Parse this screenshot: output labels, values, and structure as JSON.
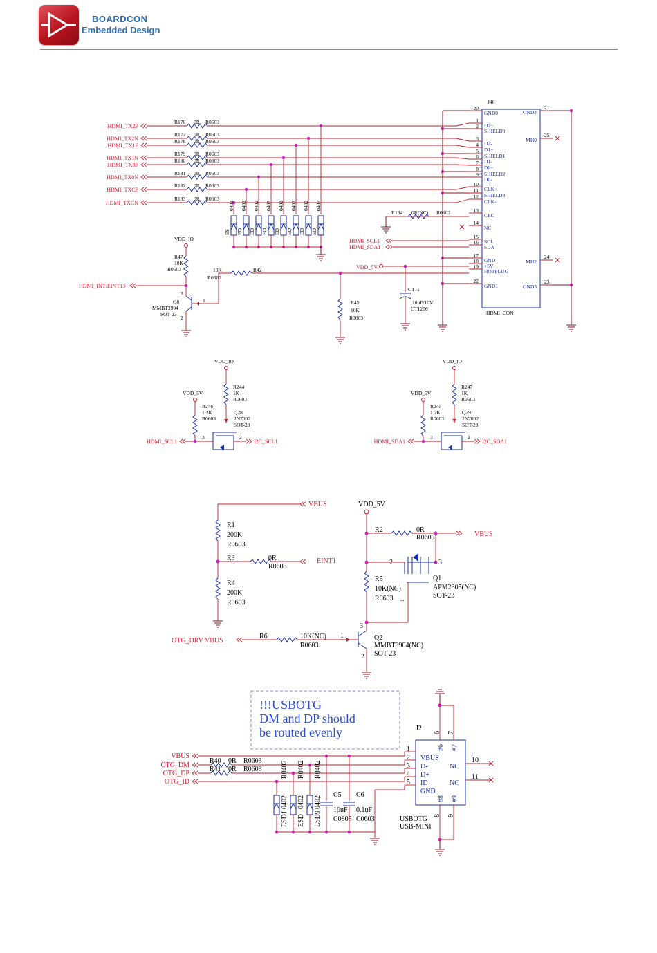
{
  "header": {
    "brand": "BOARDCON",
    "tagline": "Embedded Design"
  },
  "hdmi": {
    "connector": {
      "ref": "J40",
      "name": "HDMI_CON"
    },
    "inputs": [
      "HDMI_TX2P",
      "HDMI_TX2N",
      "HDMI_TX1P",
      "HDMI_TX1N",
      "HDMI_TX0P",
      "HDMI_TX0N",
      "HDMI_TXCP",
      "HDMI_TXCN"
    ],
    "series_resistors": [
      {
        "ref": "R176",
        "val": "0R",
        "pkg": "R0603"
      },
      {
        "ref": "R177",
        "val": "0R",
        "pkg": "R0603"
      },
      {
        "ref": "R178",
        "val": "0R",
        "pkg": "R0603"
      },
      {
        "ref": "R179",
        "val": "0R",
        "pkg": "R0603"
      },
      {
        "ref": "R180",
        "val": "0R",
        "pkg": "R0603"
      },
      {
        "ref": "R181",
        "val": "0R",
        "pkg": "R0603"
      },
      {
        "ref": "R182",
        "val": "0R",
        "pkg": "R0603"
      },
      {
        "ref": "R183",
        "val": "0R",
        "pkg": "R0603"
      }
    ],
    "esd_labels": [
      "ES",
      "ED",
      "ED",
      "ED",
      "ED",
      "ED",
      "ED",
      "ED"
    ],
    "esd_pkg": "0402",
    "left_pins": [
      {
        "num": "20",
        "name": "GND0"
      },
      {
        "num": "1",
        "name": "D2+"
      },
      {
        "num": "2",
        "name": "SHIELD0"
      },
      {
        "num": "3",
        "name": "D2-"
      },
      {
        "num": "4",
        "name": "D1+"
      },
      {
        "num": "5",
        "name": "SHIELD1"
      },
      {
        "num": "6",
        "name": "D1-"
      },
      {
        "num": "7",
        "name": "D0+"
      },
      {
        "num": "8",
        "name": "SHIELD2"
      },
      {
        "num": "9",
        "name": "D0-"
      },
      {
        "num": "10",
        "name": "CLK+"
      },
      {
        "num": "11",
        "name": "SHIELD3"
      },
      {
        "num": "12",
        "name": "CLK-"
      },
      {
        "num": "13",
        "name": "CEC"
      },
      {
        "num": "14",
        "name": "NC"
      },
      {
        "num": "15",
        "name": "SCL"
      },
      {
        "num": "16",
        "name": "SDA"
      },
      {
        "num": "17",
        "name": "GND"
      },
      {
        "num": "18",
        "name": "+5V"
      },
      {
        "num": "19",
        "name": "HOTPLUG"
      },
      {
        "num": "22",
        "name": "GND1"
      }
    ],
    "right_pins": [
      {
        "num": "21",
        "name": "GND4"
      },
      {
        "num": "25",
        "name": "MH0"
      },
      {
        "num": "24",
        "name": "MH2"
      },
      {
        "num": "23",
        "name": "GND3"
      }
    ],
    "cec_res": {
      "ref": "R184",
      "val": "0R(NC)",
      "pkg": "R0603"
    },
    "ddc_nets": [
      "HDMI_SCL1",
      "HDMI_SDA1"
    ],
    "vdd5v": "VDD_5V",
    "cap": {
      "ref": "CT11",
      "val": "10uF/10V",
      "pkg": "CT1206"
    },
    "hotplug": {
      "vdd_io": "VDD_IO",
      "r47": {
        "ref": "R47",
        "val": "10K",
        "pkg": "R0603"
      },
      "int_net": "HDMI_INT/EINT13",
      "q8": {
        "ref": "Q8",
        "part": "MMBT3904",
        "pkg": "SOT-23"
      },
      "r42": {
        "ref": "R42",
        "val": "10K",
        "pkg": "R0603"
      },
      "r45": {
        "ref": "R45",
        "val": "10K",
        "pkg": "R0603"
      }
    }
  },
  "level_shift": [
    {
      "vdd_io": "VDD_IO",
      "vdd5": "VDD_5V",
      "rup": {
        "ref": "R244",
        "val": "1K",
        "pkg": "R0603"
      },
      "rdn": {
        "ref": "R246",
        "val": "1.2K",
        "pkg": "R0603"
      },
      "q": {
        "ref": "Q28",
        "part": "2N7002",
        "pkg": "SOT-23"
      },
      "in": "HDMI_SCL1",
      "out": "I2C_SCL1"
    },
    {
      "vdd_io": "VDD_IO",
      "vdd5": "VDD_5V",
      "rup": {
        "ref": "R247",
        "val": "1K",
        "pkg": "R0603"
      },
      "rdn": {
        "ref": "R245",
        "val": "1.2K",
        "pkg": "R0603"
      },
      "q": {
        "ref": "Q29",
        "part": "2N7002",
        "pkg": "SOT-23"
      },
      "in": "HDMI_SDA1",
      "out": "I2C_SDA1"
    }
  ],
  "otg": {
    "vbus": "VBUS",
    "r1": {
      "ref": "R1",
      "val": "200K",
      "pkg": "R0603"
    },
    "r3": {
      "ref": "R3",
      "val": "0R",
      "pkg": "R0603"
    },
    "r4": {
      "ref": "R4",
      "val": "200K",
      "pkg": "R0603"
    },
    "eint": "EINT1",
    "vdd5": "VDD_5V",
    "r2": {
      "ref": "R2",
      "val": "0R",
      "pkg": "R0603"
    },
    "r5": {
      "ref": "R5",
      "val": "10K(NC)",
      "pkg": "R0603"
    },
    "q1": {
      "ref": "Q1",
      "part": "APM2305(NC)",
      "pkg": "SOT-23"
    },
    "drv": "OTG_DRV VBUS",
    "r6": {
      "ref": "R6",
      "val": "10K(NC)",
      "pkg": "R0603"
    },
    "q2": {
      "ref": "Q2",
      "part": "MMBT3904(NC)",
      "pkg": "SOT-23"
    }
  },
  "usb": {
    "note": [
      "!!!USBOTG",
      "DM and DP should",
      "be routed evenly"
    ],
    "nets": [
      "VBUS",
      "OTG_DM",
      "OTG_DP",
      "OTG_ID"
    ],
    "r40": {
      "ref": "R40",
      "val": "0R",
      "pkg": "R0603"
    },
    "r41": {
      "ref": "R41",
      "val": "0R",
      "pkg": "R0603"
    },
    "esd": [
      {
        "ref": "ESD1",
        "pkg": "0402"
      },
      {
        "ref": "ESD",
        "pkg": "0402"
      },
      {
        "ref": "ESD9",
        "pkg": "0402"
      }
    ],
    "rpkg": "R0402",
    "c5": {
      "ref": "C5",
      "val": "10uF",
      "pkg": "C0805"
    },
    "c6": {
      "ref": "C6",
      "val": "0.1uF",
      "pkg": "C0603"
    },
    "conn": {
      "ref": "J2",
      "name": "USBOTG",
      "pkg": "USB-MINI",
      "pins": [
        "VBUS",
        "D-",
        "D+",
        "ID",
        "GND"
      ],
      "pin_nums": [
        "1",
        "2",
        "3",
        "4",
        "5",
        "6",
        "7",
        "8",
        "9",
        "10",
        "11"
      ],
      "shield": [
        "#6",
        "#7",
        "#8",
        "#9"
      ],
      "nc": "NC"
    }
  }
}
